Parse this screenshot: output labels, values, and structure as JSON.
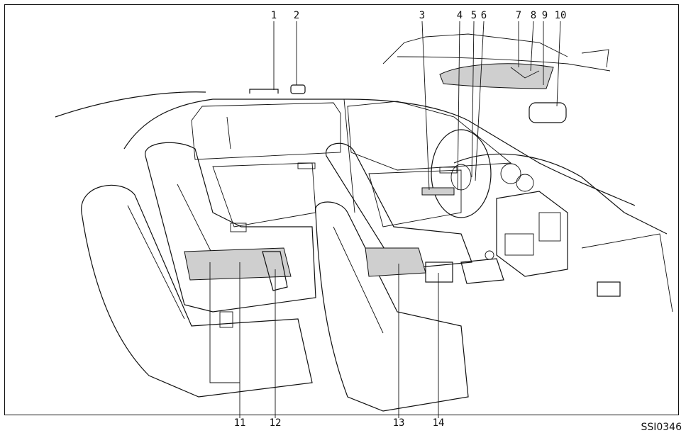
{
  "figure_code": "SSI0346",
  "callouts": [
    "1",
    "2",
    "3",
    "4",
    "5",
    "6",
    "7",
    "8",
    "9",
    "10",
    "11",
    "12",
    "13",
    "14"
  ]
}
